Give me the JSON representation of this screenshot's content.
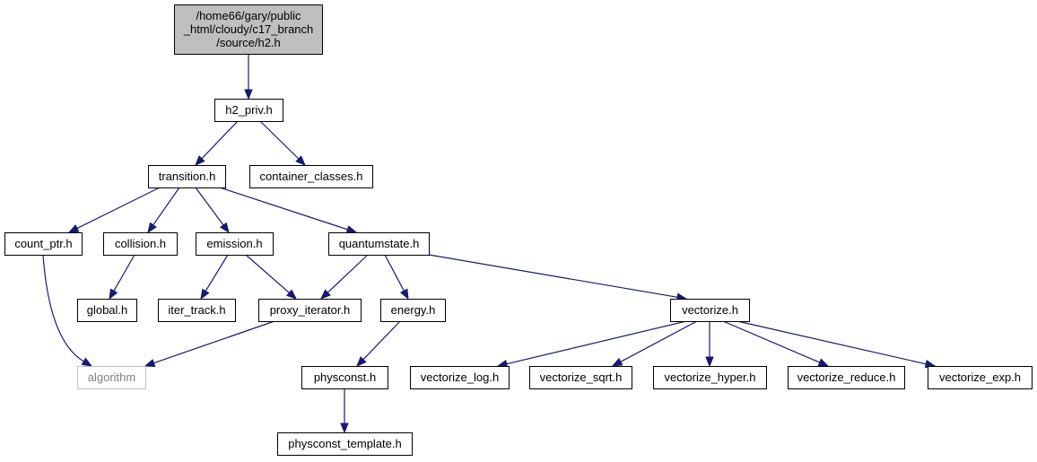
{
  "diagram": {
    "type": "include-dependency-graph",
    "colors": {
      "edge": "#191970",
      "root_fill": "#bfbfbf",
      "node_fill": "#ffffff",
      "external_border": "#bfbfbf",
      "external_text": "#808080"
    },
    "nodes": [
      {
        "id": "h2",
        "lines": [
          "/home66/gary/public",
          "_html/cloudy/c17_branch",
          "/source/h2.h"
        ],
        "kind": "root"
      },
      {
        "id": "h2_priv",
        "lines": [
          "h2_priv.h"
        ],
        "kind": "file"
      },
      {
        "id": "transition",
        "lines": [
          "transition.h"
        ],
        "kind": "file"
      },
      {
        "id": "container_classes",
        "lines": [
          "container_classes.h"
        ],
        "kind": "file"
      },
      {
        "id": "count_ptr",
        "lines": [
          "count_ptr.h"
        ],
        "kind": "file"
      },
      {
        "id": "collision",
        "lines": [
          "collision.h"
        ],
        "kind": "file"
      },
      {
        "id": "emission",
        "lines": [
          "emission.h"
        ],
        "kind": "file"
      },
      {
        "id": "quantumstate",
        "lines": [
          "quantumstate.h"
        ],
        "kind": "file"
      },
      {
        "id": "global",
        "lines": [
          "global.h"
        ],
        "kind": "file"
      },
      {
        "id": "iter_track",
        "lines": [
          "iter_track.h"
        ],
        "kind": "file"
      },
      {
        "id": "proxy_iterator",
        "lines": [
          "proxy_iterator.h"
        ],
        "kind": "file"
      },
      {
        "id": "energy",
        "lines": [
          "energy.h"
        ],
        "kind": "file"
      },
      {
        "id": "vectorize",
        "lines": [
          "vectorize.h"
        ],
        "kind": "file"
      },
      {
        "id": "algorithm",
        "lines": [
          "algorithm"
        ],
        "kind": "external"
      },
      {
        "id": "physconst",
        "lines": [
          "physconst.h"
        ],
        "kind": "file"
      },
      {
        "id": "vectorize_log",
        "lines": [
          "vectorize_log.h"
        ],
        "kind": "file"
      },
      {
        "id": "vectorize_sqrt",
        "lines": [
          "vectorize_sqrt.h"
        ],
        "kind": "file"
      },
      {
        "id": "vectorize_hyper",
        "lines": [
          "vectorize_hyper.h"
        ],
        "kind": "file"
      },
      {
        "id": "vectorize_reduce",
        "lines": [
          "vectorize_reduce.h"
        ],
        "kind": "file"
      },
      {
        "id": "vectorize_exp",
        "lines": [
          "vectorize_exp.h"
        ],
        "kind": "file"
      },
      {
        "id": "physconst_template",
        "lines": [
          "physconst_template.h"
        ],
        "kind": "file"
      }
    ],
    "edges": [
      {
        "from": "h2",
        "to": "h2_priv"
      },
      {
        "from": "h2_priv",
        "to": "transition"
      },
      {
        "from": "h2_priv",
        "to": "container_classes"
      },
      {
        "from": "transition",
        "to": "count_ptr"
      },
      {
        "from": "transition",
        "to": "collision"
      },
      {
        "from": "transition",
        "to": "emission"
      },
      {
        "from": "transition",
        "to": "quantumstate"
      },
      {
        "from": "count_ptr",
        "to": "algorithm"
      },
      {
        "from": "collision",
        "to": "global"
      },
      {
        "from": "emission",
        "to": "iter_track"
      },
      {
        "from": "emission",
        "to": "proxy_iterator"
      },
      {
        "from": "quantumstate",
        "to": "proxy_iterator"
      },
      {
        "from": "quantumstate",
        "to": "energy"
      },
      {
        "from": "quantumstate",
        "to": "vectorize"
      },
      {
        "from": "proxy_iterator",
        "to": "algorithm"
      },
      {
        "from": "energy",
        "to": "physconst"
      },
      {
        "from": "physconst",
        "to": "physconst_template"
      },
      {
        "from": "vectorize",
        "to": "vectorize_log"
      },
      {
        "from": "vectorize",
        "to": "vectorize_sqrt"
      },
      {
        "from": "vectorize",
        "to": "vectorize_hyper"
      },
      {
        "from": "vectorize",
        "to": "vectorize_reduce"
      },
      {
        "from": "vectorize",
        "to": "vectorize_exp"
      }
    ]
  }
}
